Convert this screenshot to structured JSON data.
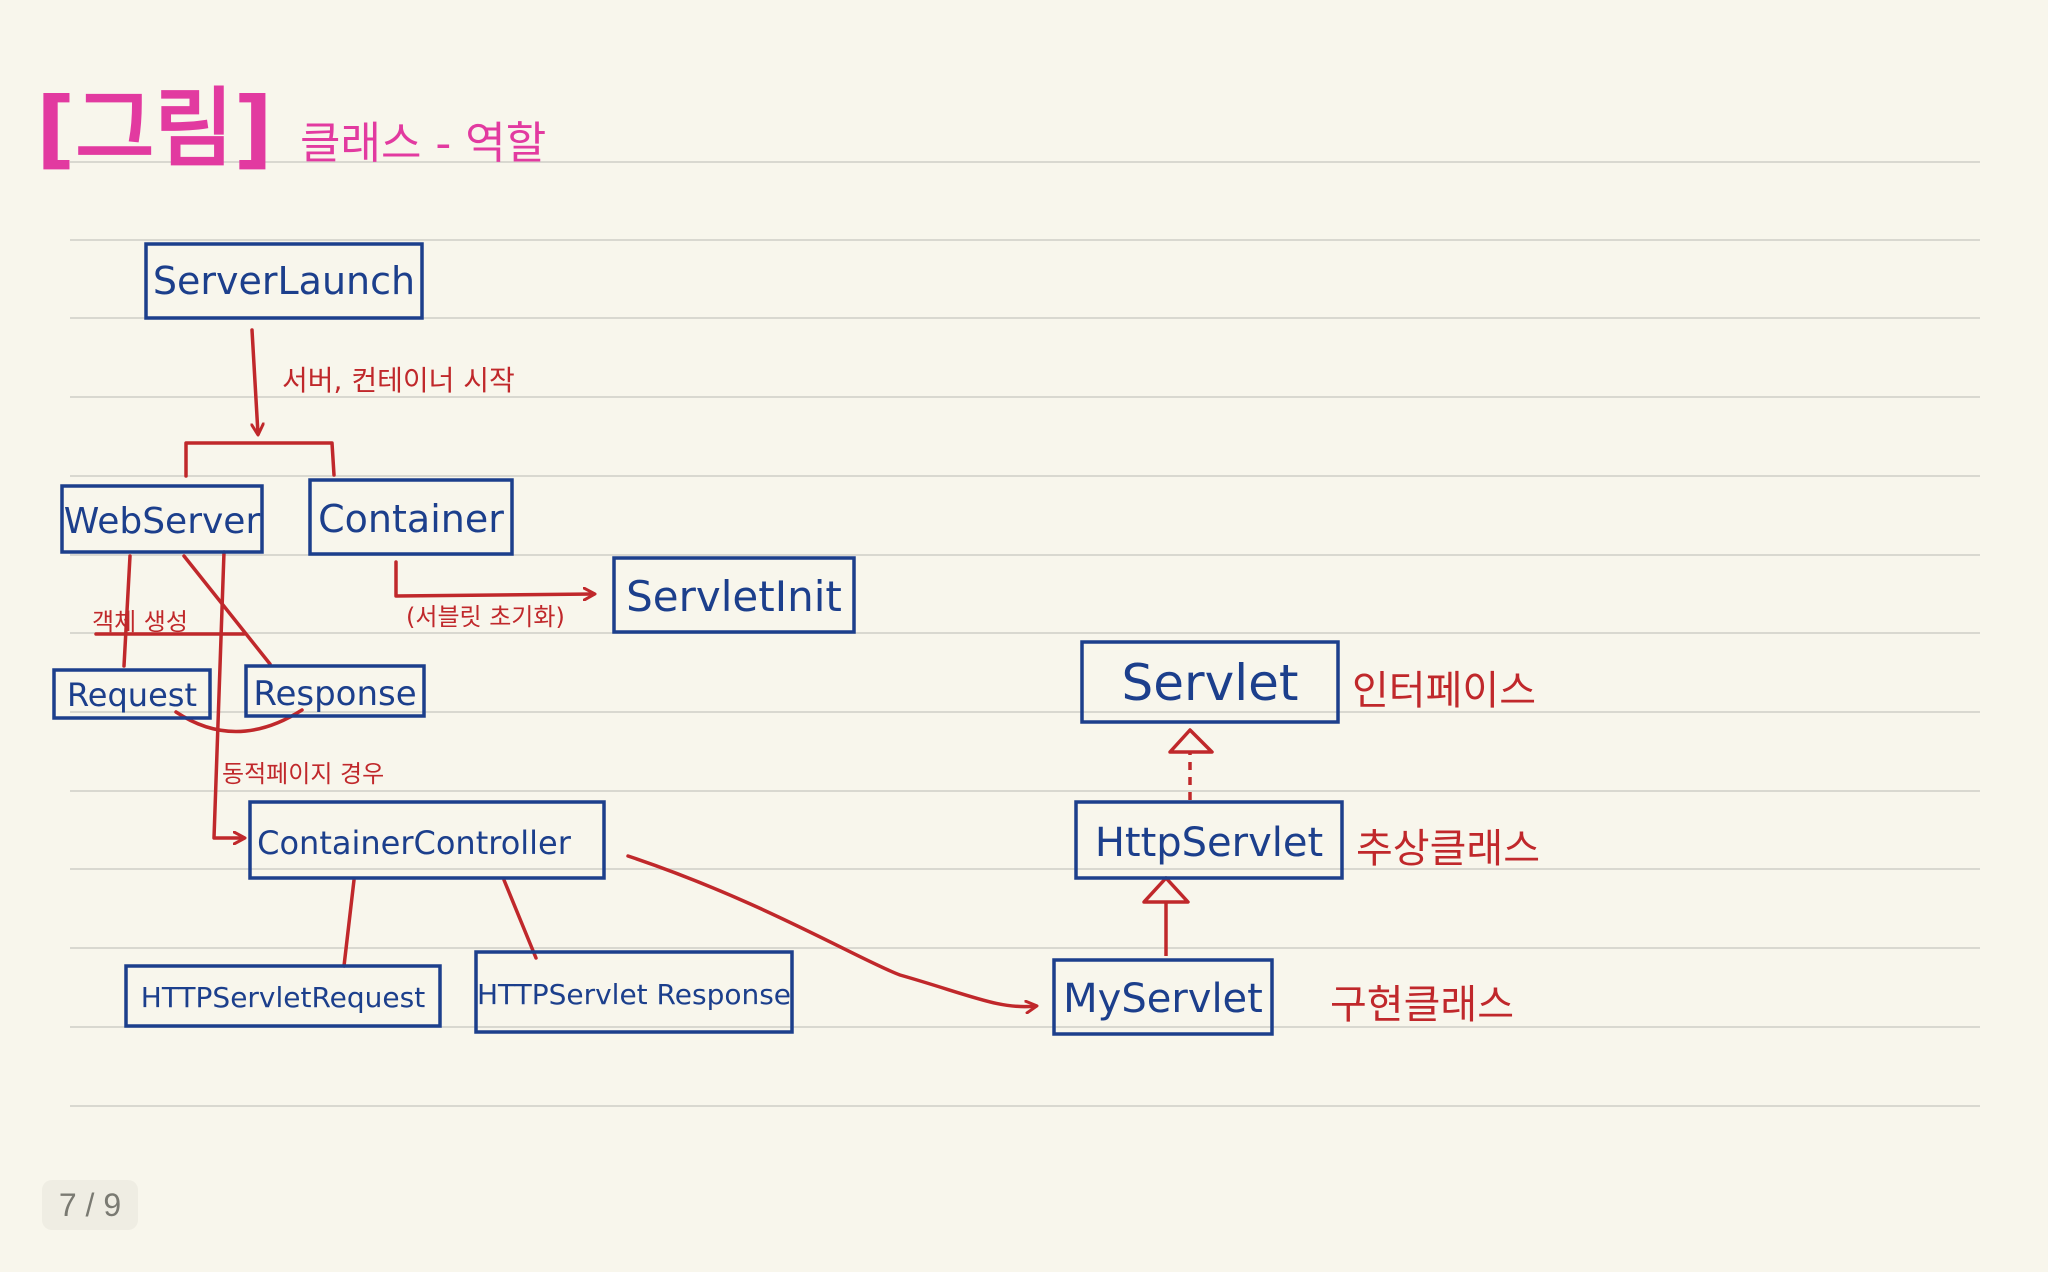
{
  "title": {
    "main": "[그림]",
    "subtitle": "클래스 - 역할"
  },
  "boxes": {
    "server_launch": "ServerLaunch",
    "web_server": "WebServer",
    "container": "Container",
    "servlet_init": "ServletInit",
    "request": "Request",
    "response": "Response",
    "container_controller": "ContainerController",
    "http_servlet_request": "HTTPServletRequest",
    "http_servlet_response": "HTTPServlet Response",
    "servlet": "Servlet",
    "http_servlet": "HttpServlet",
    "my_servlet": "MyServlet"
  },
  "notes": {
    "start": "서버, 컨테이너 시작",
    "servlet_init": "(서블릿 초기화)",
    "create_objects": "객체 생성",
    "dynamic_page": "동적페이지 경우",
    "interface": "인터페이스",
    "abstract_class": "추상클래스",
    "impl_class": "구현클래스"
  },
  "colors": {
    "background": "#f8f6ec",
    "rule_line": "#d9d8d0",
    "title": "#e23aa0",
    "box": "#1c3f8c",
    "arrow": "#c0282b"
  },
  "pagination": {
    "label": "7 / 9"
  }
}
